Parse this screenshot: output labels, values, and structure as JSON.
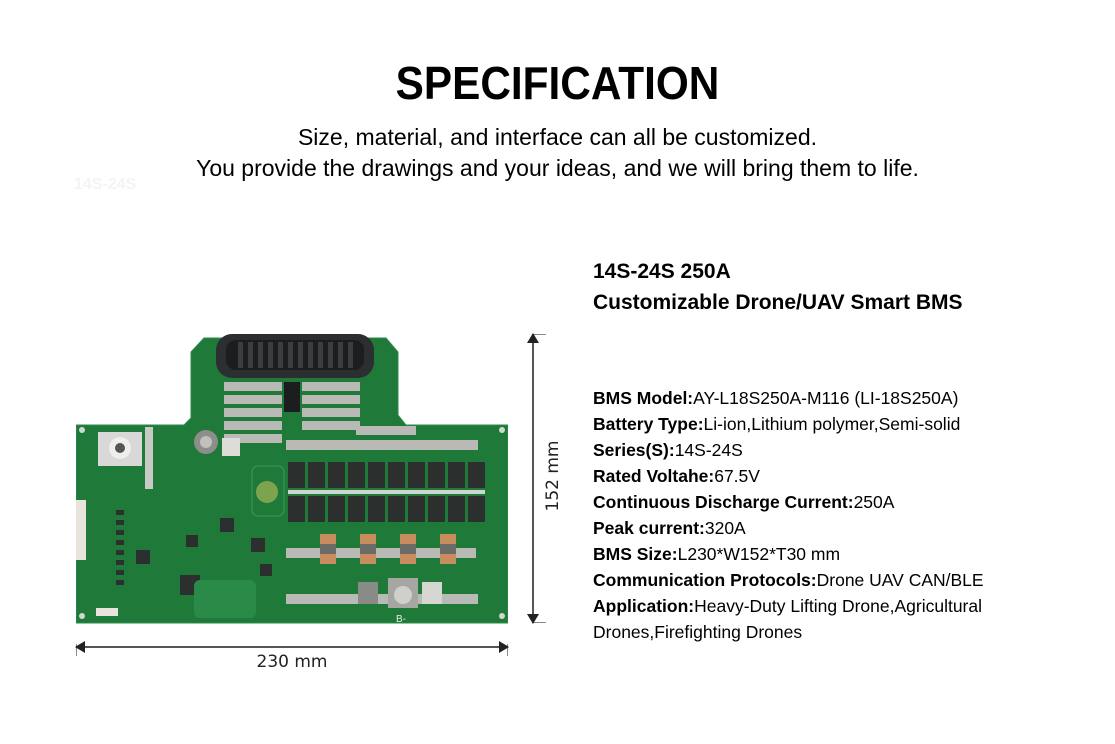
{
  "header": {
    "title": "SPECIFICATION",
    "subtitle_lines": [
      "Size, material, and interface can all be customized.",
      "You provide the drawings and your ideas, and we will bring them to life."
    ],
    "ghost_label": "14S-24S"
  },
  "product": {
    "title_line1": "14S-24S 250A",
    "title_line2": "Customizable Drone/UAV Smart BMS"
  },
  "specs": [
    {
      "key": "BMS Model:",
      "value": "AY-L18S250A-M116 (LI-18S250A)"
    },
    {
      "key": "Battery Type:",
      "value": "Li-ion,Lithium polymer,Semi-solid"
    },
    {
      "key": "Series(S):",
      "value": "14S-24S"
    },
    {
      "key": "Rated Voltahe:",
      "value": "67.5V"
    },
    {
      "key": "Continuous Discharge Current:",
      "value": "250A"
    },
    {
      "key": "Peak current:",
      "value": "320A"
    },
    {
      "key": "BMS Size:",
      "value": "L230*W152*T30 mm"
    },
    {
      "key": "Communication Protocols:",
      "value": "Drone UAV CAN/BLE"
    },
    {
      "key": "Application:",
      "value": "Heavy-Duty Lifting Drone,Agricultural Drones,Firefighting Drones"
    }
  ],
  "image": {
    "alt": "BMS printed circuit board photo",
    "silkscreen_terminal": "B-",
    "dimension_width": "230 mm",
    "dimension_height": "152 mm",
    "colors": {
      "pcb_green": "#1f7a3a",
      "pcb_dark": "#16602c",
      "metal": "#b9b9b6",
      "chip": "#2b2f2e",
      "copper": "#c98c5e"
    }
  }
}
